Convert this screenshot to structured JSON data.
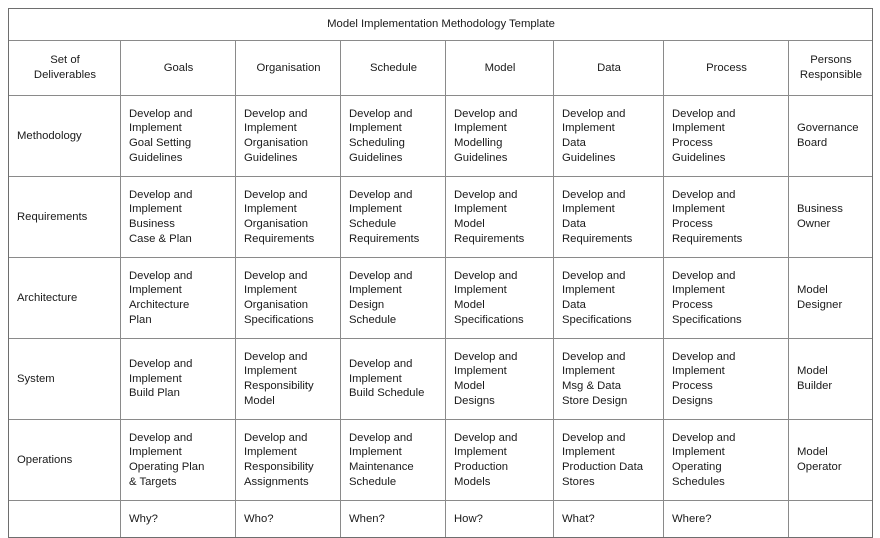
{
  "table": {
    "title": "Model Implementation Methodology Template",
    "columns": [
      "Set of Deliverables",
      "Goals",
      "Organisation",
      "Schedule",
      "Model",
      "Data",
      "Process",
      "Persons Responsible"
    ],
    "column_header_lines": [
      [
        "Set of",
        "Deliverables"
      ],
      [
        "Goals"
      ],
      [
        "Organisation"
      ],
      [
        "Schedule"
      ],
      [
        "Model"
      ],
      [
        "Data"
      ],
      [
        "Process"
      ],
      [
        "Persons",
        "Responsible"
      ]
    ],
    "rows": [
      {
        "deliverable": "Methodology",
        "cells": [
          [
            "Develop and",
            "Implement",
            "Goal Setting",
            "Guidelines"
          ],
          [
            "Develop and",
            "Implement",
            "Organisation",
            "Guidelines"
          ],
          [
            "Develop and",
            "Implement",
            "Scheduling",
            "Guidelines"
          ],
          [
            "Develop and",
            "Implement",
            "Modelling",
            "Guidelines"
          ],
          [
            "Develop and",
            "Implement",
            "Data",
            "Guidelines"
          ],
          [
            "Develop and",
            "Implement",
            "Process",
            "Guidelines"
          ],
          [
            "Governance",
            "Board"
          ]
        ]
      },
      {
        "deliverable": "Requirements",
        "cells": [
          [
            "Develop and",
            "Implement",
            "Business",
            "Case & Plan"
          ],
          [
            "Develop and",
            "Implement",
            "Organisation",
            "Requirements"
          ],
          [
            "Develop and",
            "Implement",
            "Schedule",
            "Requirements"
          ],
          [
            "Develop and",
            "Implement",
            "Model",
            "Requirements"
          ],
          [
            "Develop and",
            "Implement",
            "Data",
            "Requirements"
          ],
          [
            "Develop and",
            "Implement",
            "Process",
            "Requirements"
          ],
          [
            "Business",
            "Owner"
          ]
        ]
      },
      {
        "deliverable": "Architecture",
        "cells": [
          [
            "Develop and",
            "Implement",
            "Architecture",
            "Plan"
          ],
          [
            "Develop and",
            "Implement",
            "Organisation",
            "Specifications"
          ],
          [
            "Develop and",
            "Implement",
            "Design",
            "Schedule"
          ],
          [
            "Develop and",
            "Implement",
            "Model",
            "Specifications"
          ],
          [
            "Develop and",
            "Implement",
            "Data",
            "Specifications"
          ],
          [
            "Develop and",
            "Implement",
            "Process",
            "Specifications"
          ],
          [
            "Model",
            "Designer"
          ]
        ]
      },
      {
        "deliverable": "System",
        "cells": [
          [
            "Develop and",
            "Implement",
            "Build Plan"
          ],
          [
            "Develop and",
            "Implement",
            "Responsibility",
            "Model"
          ],
          [
            "Develop and",
            "Implement",
            "Build Schedule"
          ],
          [
            "Develop and",
            "Implement",
            "Model",
            "Designs"
          ],
          [
            "Develop and",
            "Implement",
            "Msg & Data",
            "Store Design"
          ],
          [
            "Develop and",
            "Implement",
            "Process",
            "Designs"
          ],
          [
            "Model",
            "Builder"
          ]
        ]
      },
      {
        "deliverable": "Operations",
        "cells": [
          [
            "Develop and",
            "Implement",
            "Operating Plan",
            "& Targets"
          ],
          [
            "Develop and",
            "Implement",
            "Responsibility",
            "Assignments"
          ],
          [
            "Develop and",
            "Implement",
            "Maintenance",
            "Schedule"
          ],
          [
            "Develop and",
            "Implement",
            "Production",
            "Models"
          ],
          [
            "Develop and",
            "Implement",
            "Production Data",
            "Stores"
          ],
          [
            "Develop and",
            "Implement",
            "Operating",
            "Schedules"
          ],
          [
            "Model",
            "Operator"
          ]
        ]
      }
    ],
    "question_row": {
      "deliverable": "",
      "cells": [
        "Why?",
        "Who?",
        "When?",
        "How?",
        "What?",
        "Where?",
        ""
      ]
    }
  }
}
